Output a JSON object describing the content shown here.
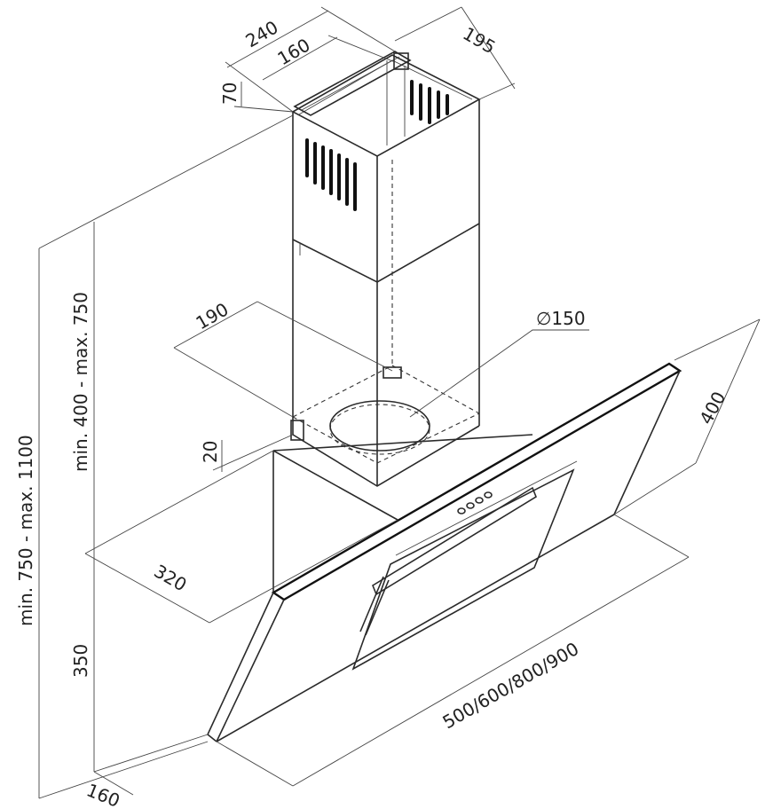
{
  "dimensions": {
    "chimney_depth": "240",
    "chimney_width_inner": "160",
    "chimney_width": "195",
    "bracket_height": "70",
    "outlet_offset": "190",
    "outlet_diameter": "∅150",
    "outlet_height": "20",
    "hood_depth": "320",
    "glass_height": "400",
    "hood_widths": "500/600/800/900",
    "total_height": "min. 750 - max. 1100",
    "chimney_height": "min. 400 - max. 750",
    "hood_height": "350",
    "base_depth": "160"
  },
  "colors": {
    "line": "#2a2a2a",
    "background": "#ffffff"
  }
}
